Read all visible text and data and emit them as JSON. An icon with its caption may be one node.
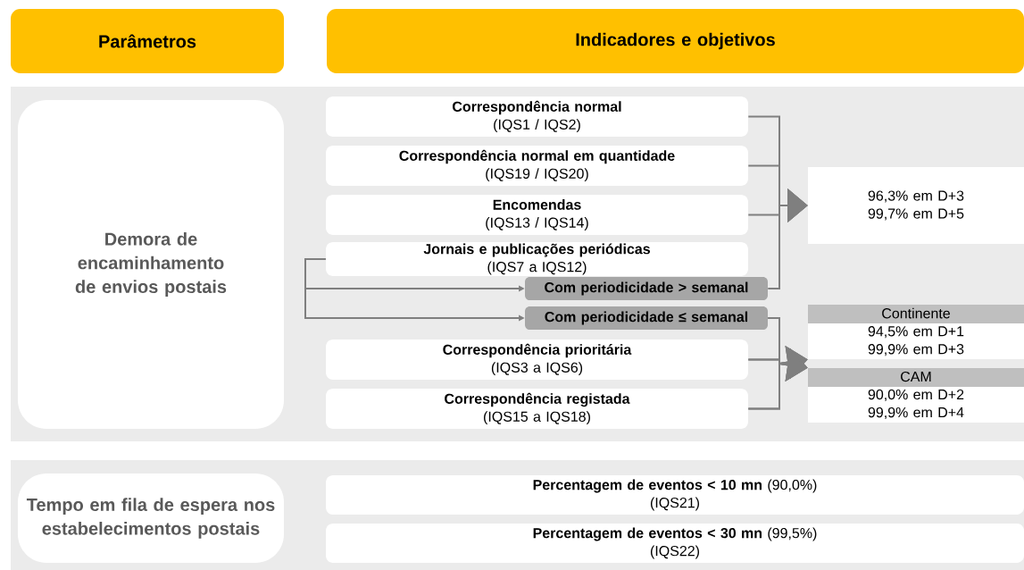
{
  "diagram": {
    "nodes": [
      {
        "text": [
          "Parâmetros"
        ]
      },
      {
        "text": [
          "Indicadores e objetivos"
        ]
      },
      {
        "text": [
          "Demora de encaminhamento de envios postais"
        ]
      },
      {
        "text": [
          "Correspondência normal",
          "(IQS1 / IQS2)"
        ]
      },
      {
        "text": [
          "Correspondência normal em quantidade",
          "(IQS19 / IQS20)"
        ]
      },
      {
        "text": [
          "Encomendas",
          "(IQS13 / IQS14)"
        ]
      },
      {
        "text": [
          "Jornais e publicações periódicas",
          "(IQS7 a IQS12)"
        ]
      },
      {
        "text": [
          "Com periodicidade > semanal"
        ]
      },
      {
        "text": [
          "Com periodicidade ≤ semanal"
        ]
      },
      {
        "text": [
          "Correspondência prioritária",
          "(IQS3 a IQS6)"
        ]
      },
      {
        "text": [
          "Correspondência registada",
          "(IQS15 a IQS18)"
        ]
      },
      {
        "text": [
          "96,3% em D+3",
          "99,7% em D+5"
        ]
      },
      {
        "text": [
          "Continente",
          "94,5% em D+1",
          "99,9% em D+3"
        ]
      },
      {
        "text": [
          "CAM",
          "90,0% em D+2",
          "99,9% em D+4"
        ]
      },
      {
        "text": [
          "Tempo em fila de espera nos estabelecimentos postais"
        ]
      },
      {
        "text": [
          "**Percentagem de eventos < 10 mn** (90,0%)",
          "(IQS21)"
        ]
      },
      {
        "text": [
          "**Percentagem de eventos < 30 mn** (99,5%)",
          "(IQS22)"
        ]
      }
    ],
    "edges": [
      {
        "from": 3,
        "to": 11,
        "arrow": "to"
      },
      {
        "from": 4,
        "to": 11,
        "arrow": "to"
      },
      {
        "from": 5,
        "to": 11,
        "arrow": "to"
      },
      {
        "from": 7,
        "to": 11,
        "arrow": "to"
      },
      {
        "from": 6,
        "to": 7,
        "arrow": "to"
      },
      {
        "from": 6,
        "to": 8,
        "arrow": "to"
      },
      {
        "from": 8,
        "to": 12,
        "arrow": "to"
      },
      {
        "from": 8,
        "to": 13,
        "arrow": "to"
      },
      {
        "from": 9,
        "to": 12,
        "arrow": "to"
      },
      {
        "from": 9,
        "to": 13,
        "arrow": "to"
      },
      {
        "from": 10,
        "to": 12,
        "arrow": "to"
      },
      {
        "from": 10,
        "to": 13,
        "arrow": "to"
      }
    ]
  }
}
